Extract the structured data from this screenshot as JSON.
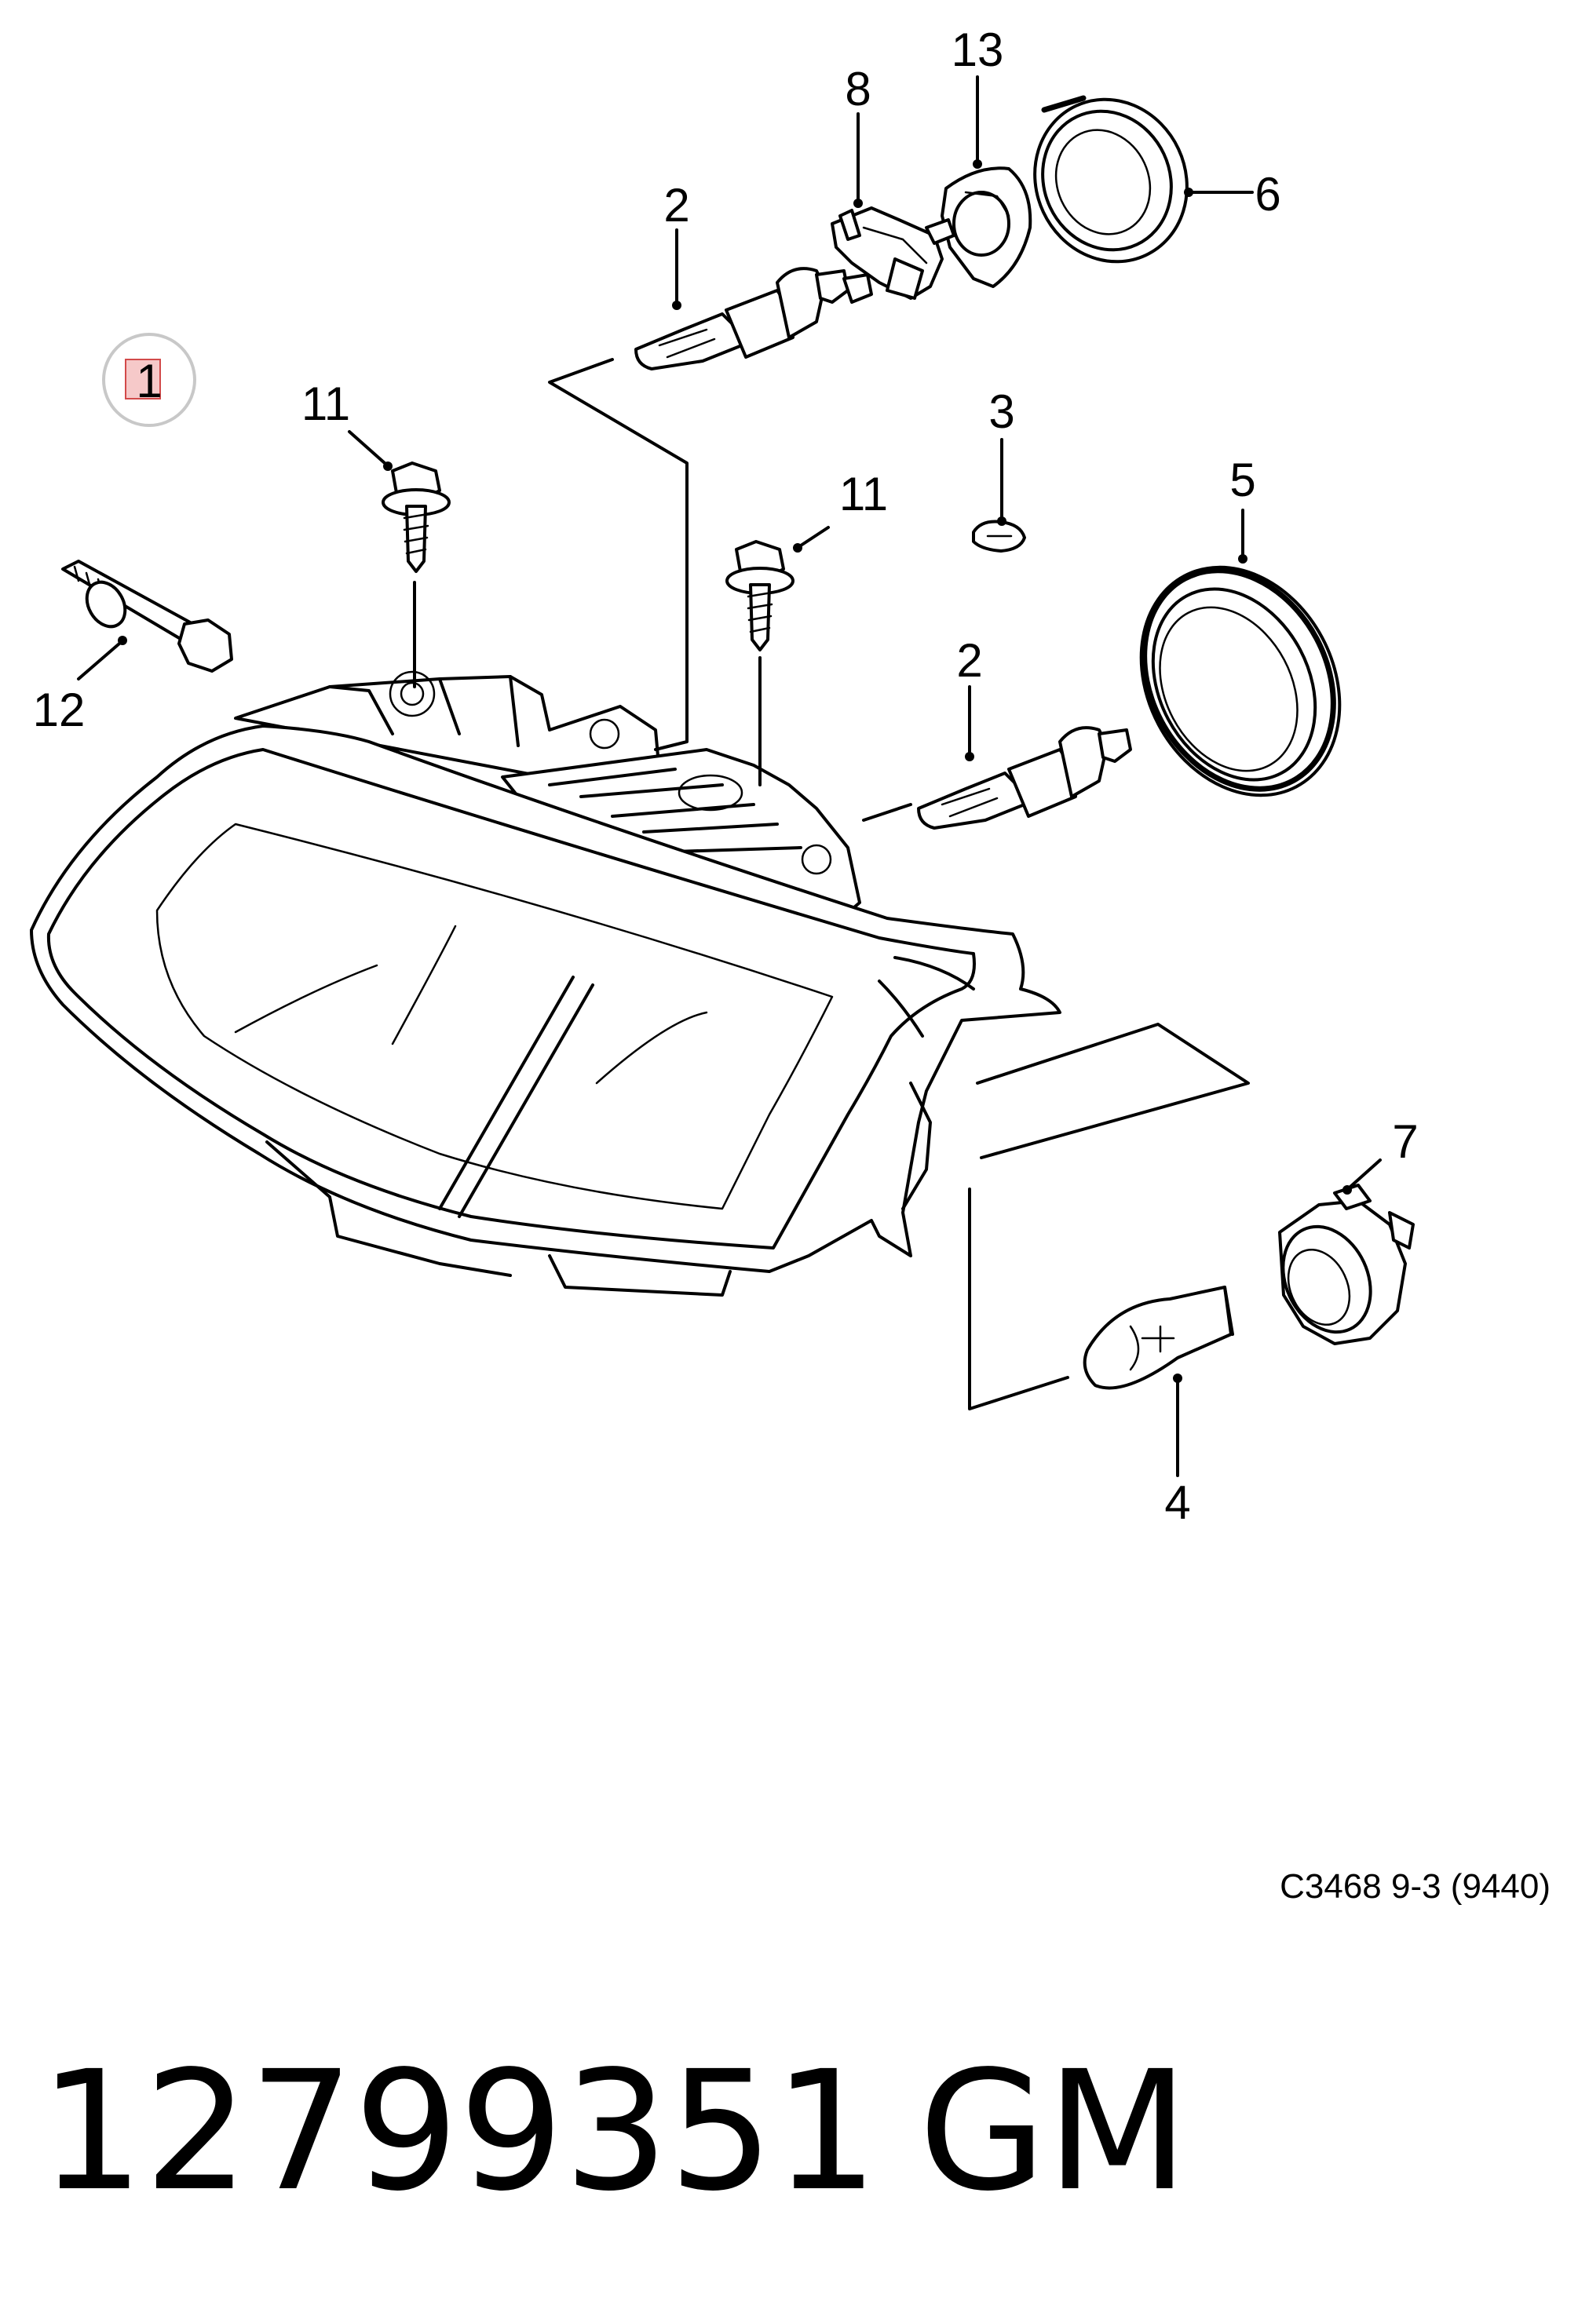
{
  "diagram": {
    "reference_circle_label": "1",
    "callouts": {
      "c2_top": "2",
      "c8": "8",
      "c13": "13",
      "c6": "6",
      "c11_left": "11",
      "c11_right": "11",
      "c3": "3",
      "c5": "5",
      "c12": "12",
      "c2_mid": "2",
      "c7": "7",
      "c4": "4"
    },
    "reference_code": "C3468 9-3 (9440)",
    "part_number": "12799351",
    "brand": "GM"
  }
}
